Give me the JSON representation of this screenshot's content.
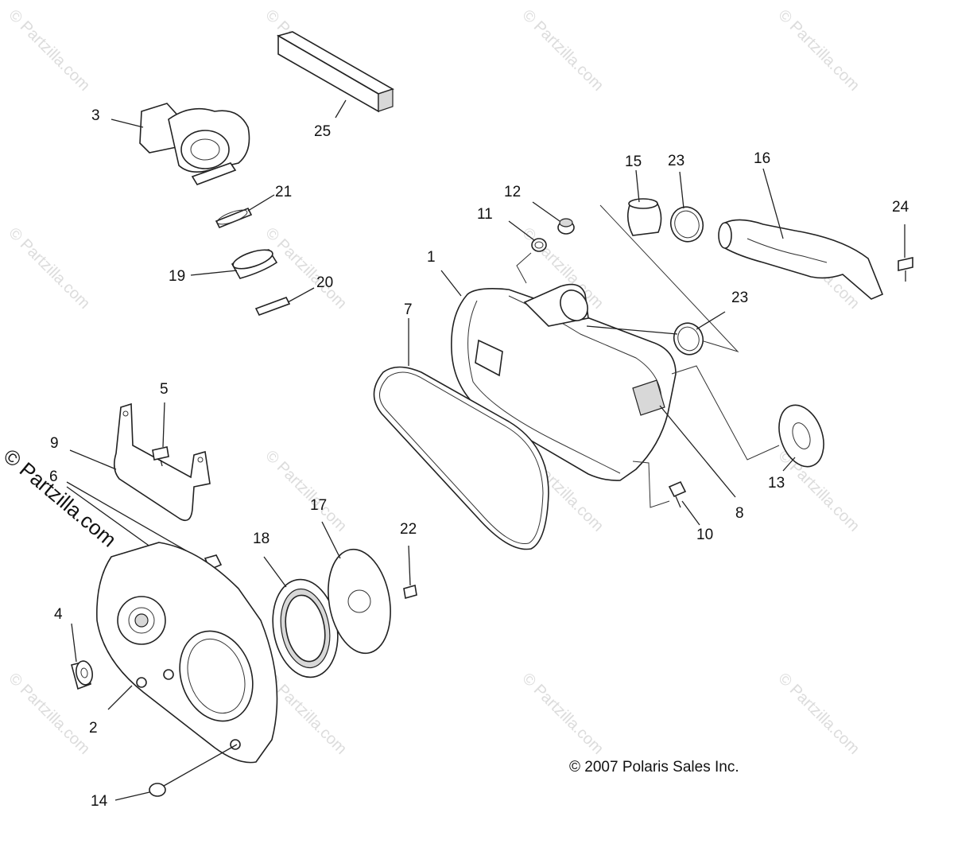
{
  "copyright": "© 2007 Polaris Sales Inc.",
  "watermark": "© Partzilla.com",
  "side_watermark": "© Partzilla.com",
  "callouts": [
    {
      "id": "1",
      "label": "1"
    },
    {
      "id": "2",
      "label": "2"
    },
    {
      "id": "3",
      "label": "3"
    },
    {
      "id": "4",
      "label": "4"
    },
    {
      "id": "5",
      "label": "5"
    },
    {
      "id": "6",
      "label": "6"
    },
    {
      "id": "7",
      "label": "7"
    },
    {
      "id": "8",
      "label": "8"
    },
    {
      "id": "9",
      "label": "9"
    },
    {
      "id": "10",
      "label": "10"
    },
    {
      "id": "11",
      "label": "11"
    },
    {
      "id": "12",
      "label": "12"
    },
    {
      "id": "13",
      "label": "13"
    },
    {
      "id": "14",
      "label": "14"
    },
    {
      "id": "15",
      "label": "15"
    },
    {
      "id": "16",
      "label": "16"
    },
    {
      "id": "17",
      "label": "17"
    },
    {
      "id": "18",
      "label": "18"
    },
    {
      "id": "19",
      "label": "19"
    },
    {
      "id": "20",
      "label": "20"
    },
    {
      "id": "21",
      "label": "21"
    },
    {
      "id": "22",
      "label": "22"
    },
    {
      "id": "23a",
      "label": "23"
    },
    {
      "id": "23b",
      "label": "23"
    },
    {
      "id": "24",
      "label": "24"
    },
    {
      "id": "25",
      "label": "25"
    }
  ]
}
